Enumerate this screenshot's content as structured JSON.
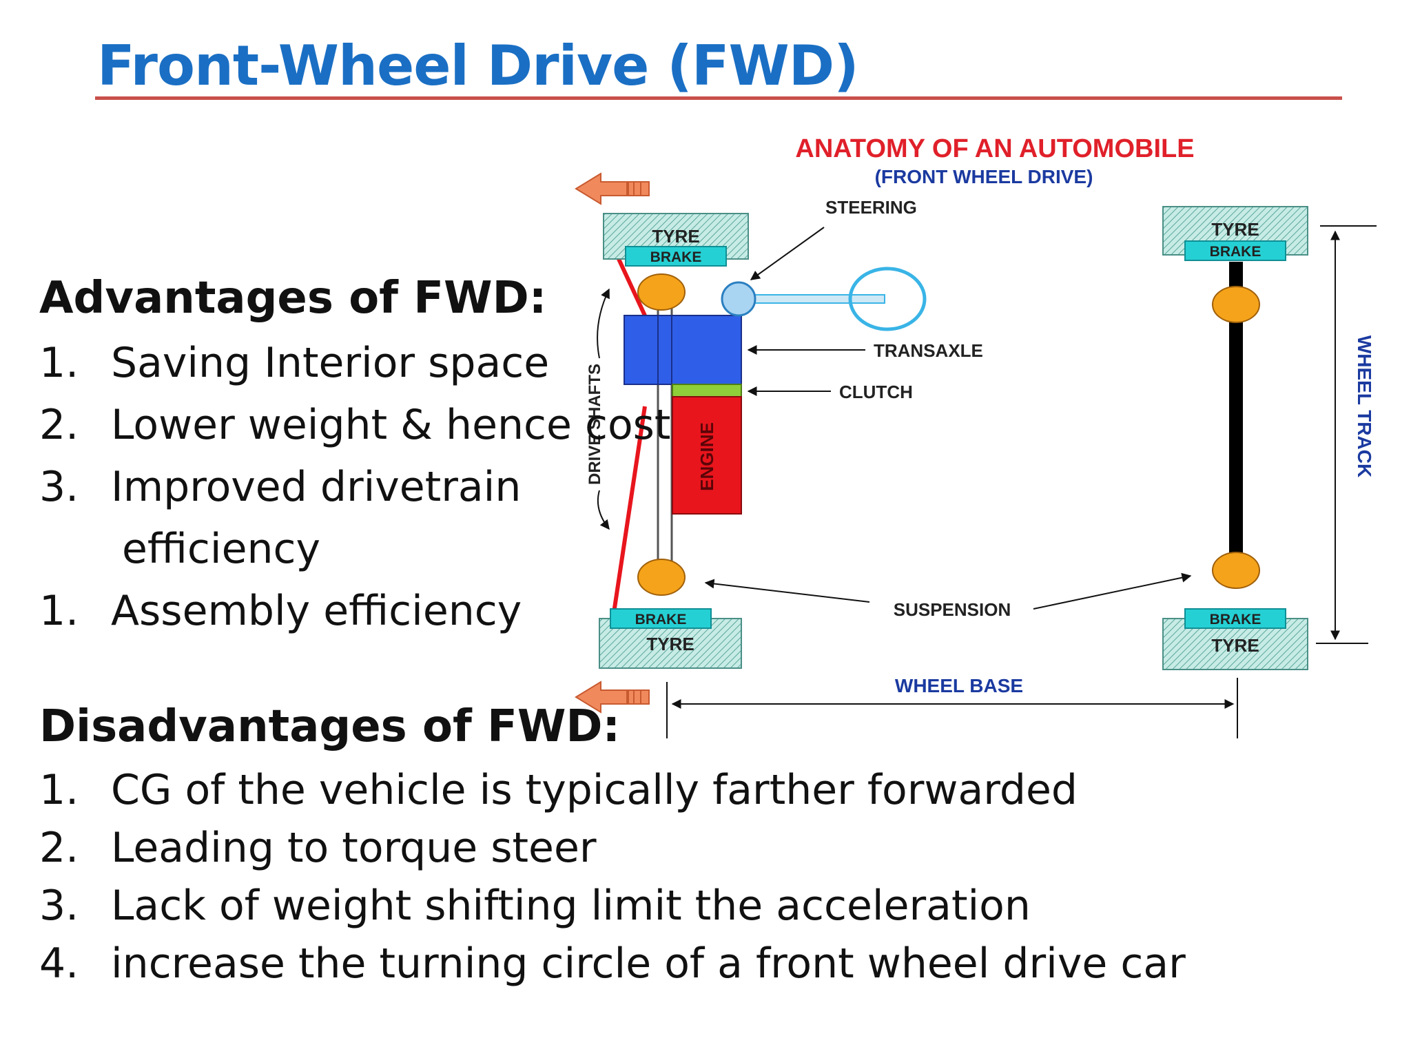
{
  "title": "Front-Wheel Drive (FWD)",
  "advantages": {
    "heading": "Advantages of FWD:",
    "items": [
      {
        "num": "1.",
        "text": "Saving Interior space"
      },
      {
        "num": "2.",
        "text": "Lower weight & hence cost"
      },
      {
        "num": "3.",
        "text": "Improved drivetrain"
      },
      {
        "num": "",
        "text": "efficiency"
      },
      {
        "num": "1.",
        "text": "Assembly efficiency"
      }
    ]
  },
  "disadvantages": {
    "heading": "Disadvantages of FWD:",
    "items": [
      {
        "num": "1.",
        "text": "CG of the vehicle is typically farther forwarded"
      },
      {
        "num": "2.",
        "text": "Leading to torque steer"
      },
      {
        "num": "3.",
        "text": "Lack of weight shifting limit the acceleration"
      },
      {
        "num": "4.",
        "text": "increase the turning circle of a front wheel drive car"
      }
    ]
  },
  "diagram": {
    "title": "ANATOMY OF AN AUTOMOBILE",
    "subtitle": "(FRONT WHEEL DRIVE)",
    "labels": {
      "steering": "STEERING",
      "transaxle": "TRANSAXLE",
      "clutch": "CLUTCH",
      "engine": "ENGINE",
      "drive_shafts": "DRIVE SHAFTS",
      "suspension": "SUSPENSION",
      "wheel_base": "WHEEL BASE",
      "wheel_track": "WHEEL TRACK",
      "tyre": "TYRE",
      "brake": "BRAKE"
    },
    "colors": {
      "title": "#e0202a",
      "blue_text": "#1b3aa0",
      "transaxle": "#2f5fe8",
      "clutch": "#8fcf3a",
      "engine": "#e8151d",
      "suspension": "#f5a31a",
      "brake": "#25d0d4",
      "tyre": "#bfe8e2",
      "steering": "#39b4e6",
      "arrow": "#f08a5d"
    }
  }
}
